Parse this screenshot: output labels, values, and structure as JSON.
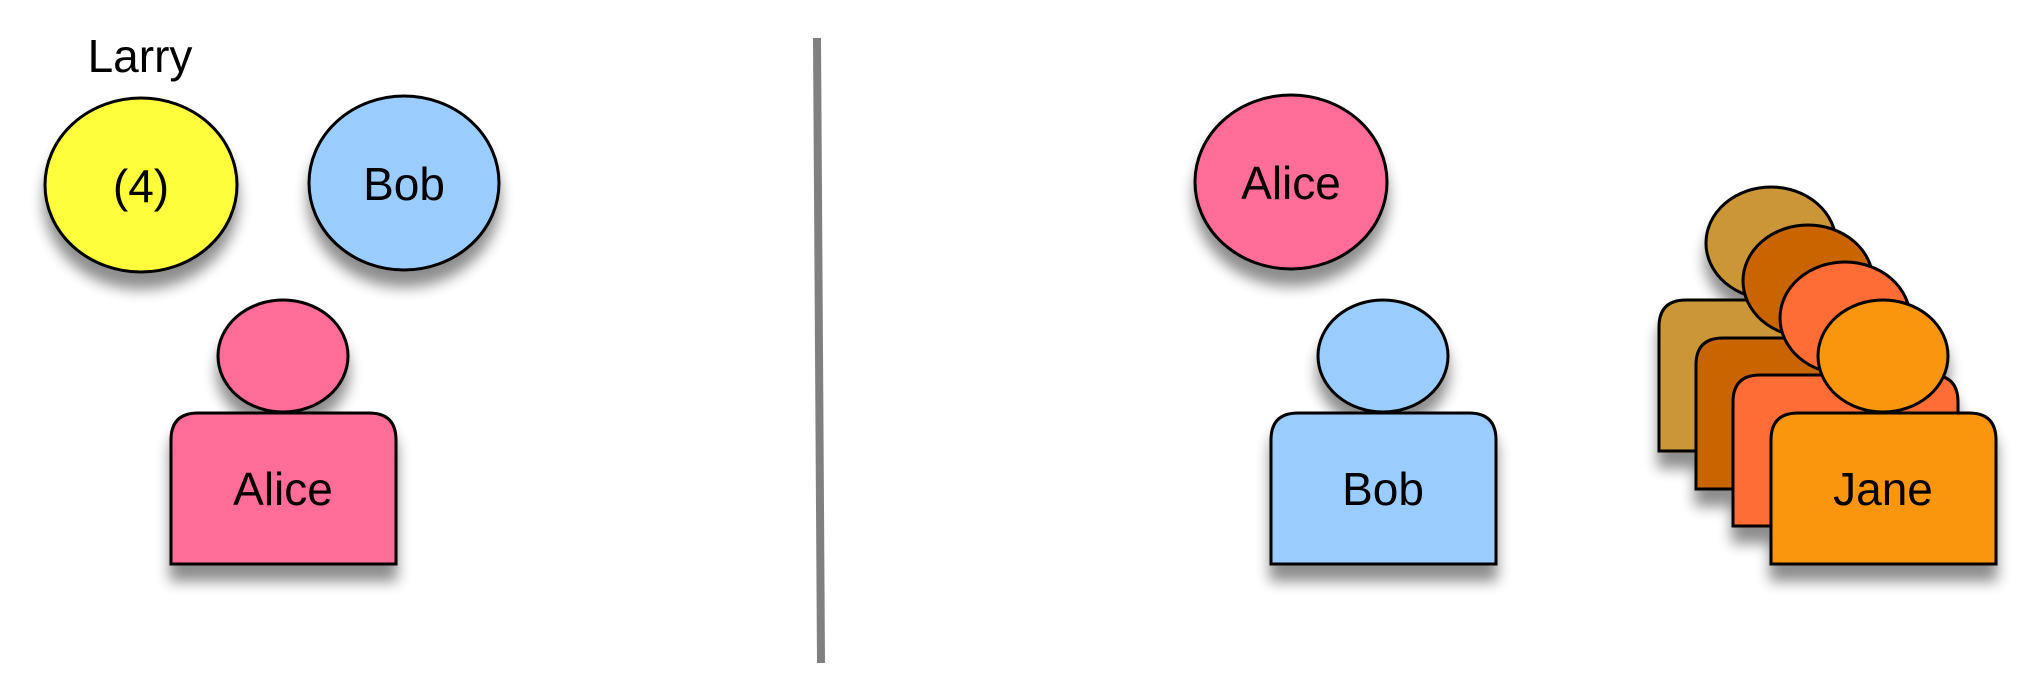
{
  "colors": {
    "pink": "#FF6D98",
    "blue": "#9ACCFD",
    "yellow": "#FDFD3A",
    "divider": "#808080",
    "stack_back": "#CB9638",
    "stack_mid": "#C96503",
    "stack_front_mid": "#FE6D36",
    "stack_front": "#FA960A"
  },
  "left": {
    "bubble_yellow": {
      "label": "(4)",
      "caption": "Larry"
    },
    "bubble_blue": {
      "label": "Bob"
    },
    "person_pink": {
      "label": "Alice"
    }
  },
  "right": {
    "bubble_pink": {
      "label": "Alice"
    },
    "person_blue": {
      "label": "Bob"
    },
    "person_stack": {
      "label": "Jane",
      "count": 4
    }
  }
}
